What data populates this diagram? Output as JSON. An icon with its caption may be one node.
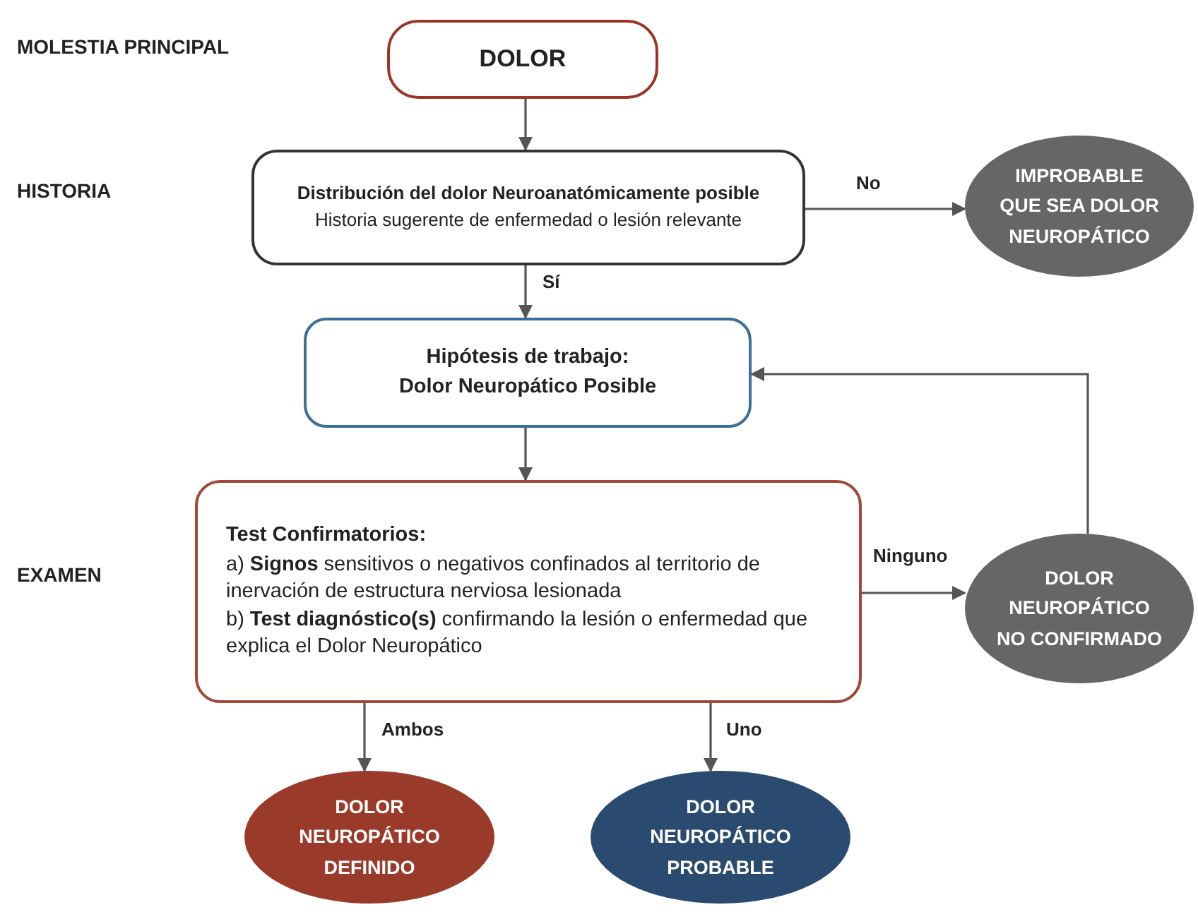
{
  "diagram": {
    "nodes": [
      {
        "text": [
          "DOLOR"
        ]
      },
      {
        "text": [
          "Distribución del dolor Neuroanatómicamente posible",
          "Historia sugerente de enfermedad o lesión relevante"
        ]
      },
      {
        "text": [
          "IMPROBABLE QUE SEA DOLOR NEUROPÁTICO"
        ]
      },
      {
        "text": [
          "Hipótesis de trabajo:",
          "Dolor Neuropático Posible"
        ]
      },
      {
        "text": [
          "Test Confirmatorios:",
          "a) **Signos** sensitivos o negativos confinados al territorio de inervación de estructura nerviosa lesionada",
          "b) **Test diagnóstico(s)** confirmando la lesión o enfermedad que explica el Dolor Neuropático"
        ]
      },
      {
        "text": [
          "DOLOR NEUROPÁTICO NO CONFIRMADO"
        ]
      },
      {
        "text": [
          "DOLOR NEUROPÁTICO DEFINIDO"
        ]
      },
      {
        "text": [
          "DOLOR NEUROPÁTICO PROBABLE"
        ]
      }
    ],
    "edges": [
      {
        "from": 0,
        "to": 1,
        "arrow": "to"
      },
      {
        "from": 1,
        "to": 2,
        "arrow": "to",
        "label": "No"
      },
      {
        "from": 1,
        "to": 3,
        "arrow": "to",
        "label": "Sí"
      },
      {
        "from": 3,
        "to": 4,
        "arrow": "to"
      },
      {
        "from": 4,
        "to": 5,
        "arrow": "to",
        "label": "Ninguno"
      },
      {
        "from": 5,
        "to": 3,
        "arrow": "to"
      },
      {
        "from": 4,
        "to": 6,
        "arrow": "to",
        "label": "Ambos"
      },
      {
        "from": 4,
        "to": 7,
        "arrow": "to",
        "label": "Uno"
      }
    ],
    "labels": [
      "MOLESTIA PRINCIPAL",
      "HISTORIA",
      "EXAMEN"
    ]
  }
}
